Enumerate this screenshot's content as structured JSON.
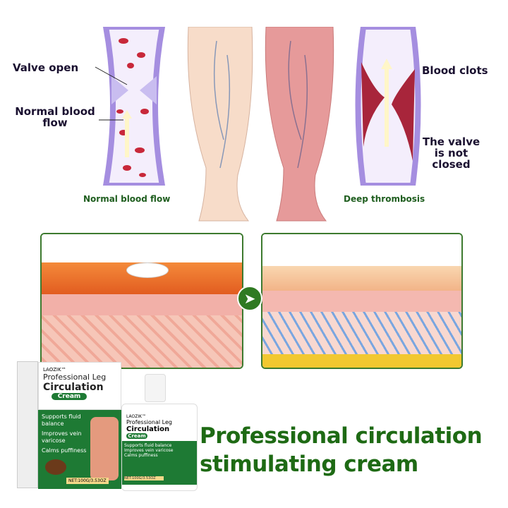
{
  "diagram": {
    "labels": {
      "valve_open": "Valve open",
      "normal_blood_flow": "Normal blood flow",
      "blood_clots": "Blood clots",
      "valve_not_closed": "The valve is not closed"
    },
    "captions": {
      "left": "Normal blood flow",
      "right": "Deep thrombosis"
    }
  },
  "product": {
    "brand": "LAOZIK™",
    "line1": "Professional Leg",
    "line2": "Circulation",
    "type": "Cream",
    "bullets": [
      "Supports fluid balance",
      "Improves vein varicose",
      "Calms puffiness"
    ],
    "net": "NET:100G/3.53OZ"
  },
  "headline": {
    "line1": "Professional circulation",
    "line2": "stimulating cream"
  },
  "colors": {
    "accent": "#1e6a14",
    "border": "#3d7a2f",
    "vein": "#b9a6e6",
    "blood": "#c8283a"
  }
}
